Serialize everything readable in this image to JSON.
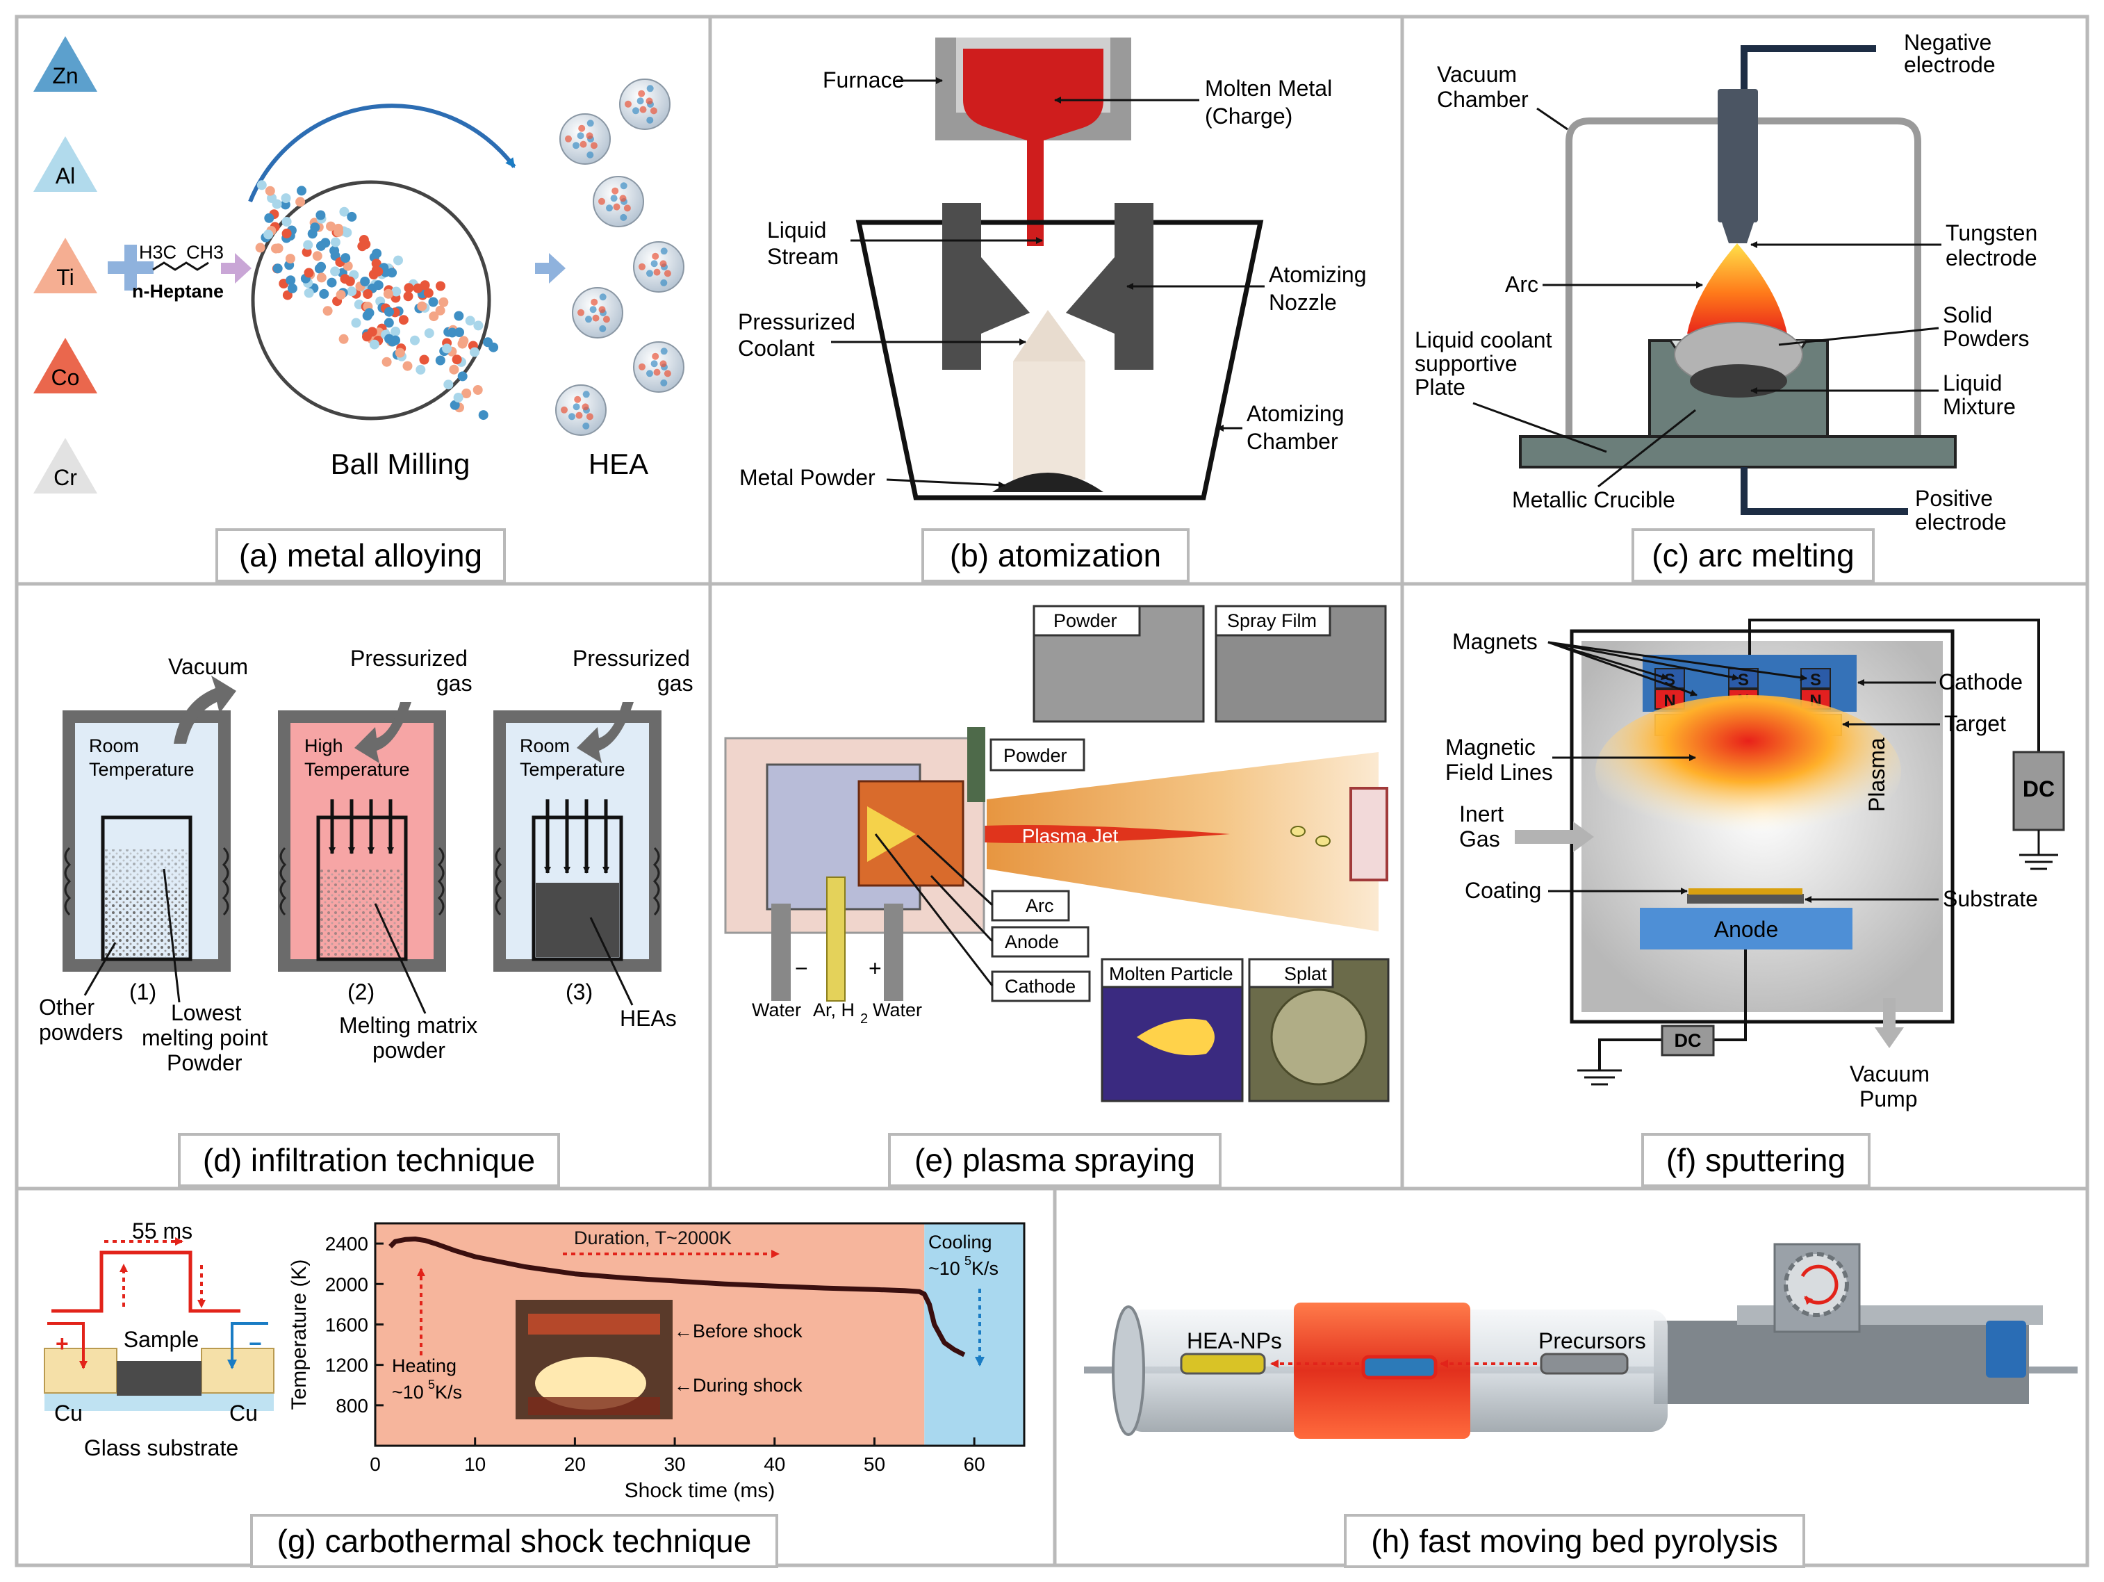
{
  "panels": {
    "a": {
      "caption": "(a) metal alloying",
      "elements": [
        "Zn",
        "Al",
        "Ti",
        "Co",
        "Cr"
      ],
      "element_colors": [
        "#3f8fc4",
        "#a9d6ea",
        "#f4a586",
        "#e8563a",
        "#e2e2e2"
      ],
      "methyl1": "H3C",
      "methyl2": "CH3",
      "heptane": "n-Heptane",
      "ball_milling": "Ball Milling",
      "hea": "HEA"
    },
    "b": {
      "caption": "(b) atomization",
      "furnace": "Furnace",
      "molten_metal_1": "Molten Metal",
      "molten_metal_2": "(Charge)",
      "liquid_stream_1": "Liquid",
      "liquid_stream_2": "Stream",
      "nozzle_1": "Atomizing",
      "nozzle_2": "Nozzle",
      "coolant_1": "Pressurized",
      "coolant_2": "Coolant",
      "chamber_1": "Atomizing",
      "chamber_2": "Chamber",
      "metal_powder": "Metal Powder"
    },
    "c": {
      "caption": "(c) arc melting",
      "neg_1": "Negative",
      "neg_2": "electrode",
      "vac_1": "Vacuum",
      "vac_2": "Chamber",
      "tung_1": "Tungsten",
      "tung_2": "electrode",
      "arc": "Arc",
      "solid_1": "Solid",
      "solid_2": "Powders",
      "coolant_1": "Liquid coolant",
      "coolant_2": "supportive",
      "coolant_3": "Plate",
      "mix_1": "Liquid",
      "mix_2": "Mixture",
      "crucible": "Metallic Crucible",
      "pos_1": "Positive",
      "pos_2": "electrode"
    },
    "d": {
      "caption": "(d) infiltration technique",
      "vacuum": "Vacuum",
      "press1_1": "Pressurized",
      "press1_2": "gas",
      "press2_1": "Pressurized",
      "press2_2": "gas",
      "room1_1": "Room",
      "room1_2": "Temperature",
      "high_1": "High",
      "high_2": "Temperature",
      "room2_1": "Room",
      "room2_2": "Temperature",
      "n1": "(1)",
      "n2": "(2)",
      "n3": "(3)",
      "other_1": "Other",
      "other_2": "powders",
      "lowest_1": "Lowest",
      "lowest_2": "melting point",
      "lowest_3": "Powder",
      "melting_1": "Melting matrix",
      "melting_2": "powder",
      "heas": "HEAs"
    },
    "e": {
      "caption": "(e) plasma spraying",
      "powder_img": "Powder",
      "spray_film": "Spray Film",
      "powder_label": "Powder",
      "plasma_jet": "Plasma Jet",
      "arc": "Arc",
      "anode": "Anode",
      "cathode": "Cathode",
      "water1": "Water",
      "gas": "Ar, H",
      "gas_sub": "2",
      "water2": "Water",
      "minus": "−",
      "plus": "+",
      "molten_particle": "Molten Particle",
      "splat": "Splat"
    },
    "f": {
      "caption": "(f) sputtering",
      "magnets": "Magnets",
      "cathode": "Cathode",
      "target": "Target",
      "field_1": "Magnetic",
      "field_2": "Field Lines",
      "plasma": "Plasma",
      "dc1": "DC",
      "inert_1": "Inert",
      "inert_2": "Gas",
      "coating": "Coating",
      "substrate": "Substrate",
      "anode": "Anode",
      "dc2": "DC",
      "vac_1": "Vacuum",
      "vac_2": "Pump",
      "poles": [
        "S",
        "N",
        "S",
        "N",
        "S",
        "N"
      ]
    },
    "g": {
      "caption": "(g) carbothermal shock technique",
      "pulse": "55 ms",
      "sample": "Sample",
      "plus": "+",
      "minus": "−",
      "cu_left": "Cu",
      "cu_right": "Cu",
      "glass": "Glass substrate",
      "duration": "Duration, T~2000K",
      "cooling_1": "Cooling",
      "cooling_2": "~10",
      "cooling_sup": "5",
      "cooling_3": " K/s",
      "heating_1": "Heating",
      "heating_2": "~10",
      "heating_sup": "5",
      "heating_3": " K/s",
      "before": "←Before shock",
      "during": "←During shock"
    },
    "h": {
      "caption": "(h) fast moving bed pyrolysis",
      "hea_nps": "HEA-NPs",
      "precursors": "Precursors"
    }
  },
  "chart_data": {
    "type": "line",
    "title": "",
    "xlabel": "Shock time (ms)",
    "ylabel": "Temperature (K)",
    "xlim": [
      0,
      65
    ],
    "ylim": [
      400,
      2600
    ],
    "xticks": [
      0,
      10,
      20,
      30,
      40,
      50,
      60
    ],
    "yticks": [
      800,
      1200,
      1600,
      2000,
      2400
    ],
    "grid": false,
    "regions": [
      {
        "from": 0,
        "to": 55,
        "color": "#f6b59c"
      },
      {
        "from": 55,
        "to": 65,
        "color": "#a9d8ef"
      }
    ],
    "series": [
      {
        "color": "#3a0f0f",
        "x": [
          1.5,
          2,
          3,
          4,
          5,
          6,
          8,
          10,
          15,
          20,
          25,
          30,
          35,
          40,
          45,
          50,
          53,
          54.5,
          55,
          55.5,
          56,
          57,
          58,
          59
        ],
        "y": [
          2370,
          2420,
          2440,
          2445,
          2430,
          2400,
          2330,
          2270,
          2170,
          2100,
          2060,
          2030,
          2000,
          1980,
          1960,
          1945,
          1935,
          1925,
          1900,
          1800,
          1600,
          1420,
          1350,
          1300
        ]
      }
    ]
  }
}
